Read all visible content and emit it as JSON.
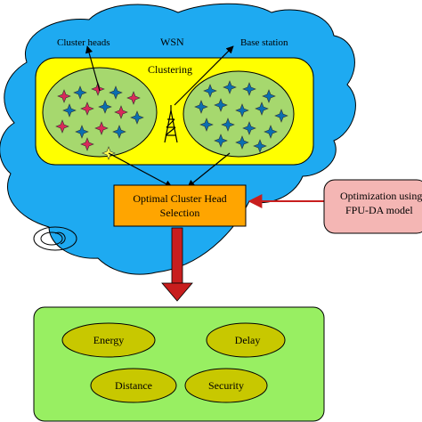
{
  "diagram": {
    "cloud_label": "WSN",
    "cluster_heads_label": "Cluster heads",
    "base_station_label": "Base station",
    "clustering_label": "Clustering",
    "selection_label_line1": "Optimal Cluster Head",
    "selection_label_line2": "Selection",
    "optimization_label_line1": "Optimization using",
    "optimization_label_line2": "FPU-DA model",
    "metrics": [
      {
        "label": "Energy"
      },
      {
        "label": "Delay"
      },
      {
        "label": "Distance"
      },
      {
        "label": "Security"
      }
    ]
  },
  "colors": {
    "cloud": "#1eaaf1",
    "clustering_box": "#ffff00",
    "cluster_region": "#a6d86e",
    "selection_box": "#ffa500",
    "optimization_box": "#f4b6b4",
    "metrics_box": "#98ef62",
    "metric_ellipse": "#c8c800",
    "big_arrow": "#c81e1e",
    "node_blue": "#0b6fb0",
    "node_red": "#d82a5a",
    "node_yellow": "#ffff50"
  }
}
